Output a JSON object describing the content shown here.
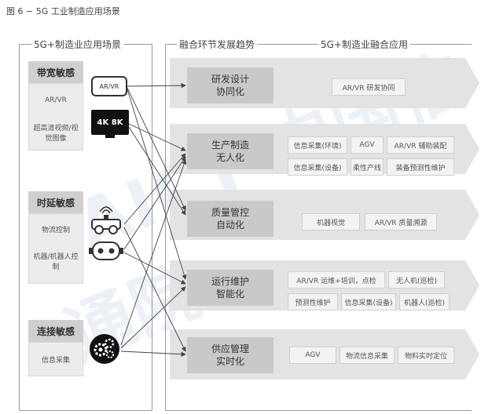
{
  "figure_title": "图 6 − 5G 工业制造应用场景",
  "watermark": "CAICT 中国信通院",
  "columns": {
    "left": "5G+制造业应用场景",
    "middle": "融合环节发展趋势",
    "right": "5G+制造业融合应用"
  },
  "categories": [
    {
      "title": "带宽敏感",
      "items": [
        "AR/VR",
        "超高清视频/视觉图像"
      ]
    },
    {
      "title": "时延敏感",
      "items": [
        "物流控制",
        "机器/机器人控制"
      ]
    },
    {
      "title": "连接敏感",
      "items": [
        "信息采集"
      ]
    }
  ],
  "icon_labels": {
    "arvr": "AR/VR",
    "tv": "4K 8K"
  },
  "trends": [
    {
      "line1": "研发设计",
      "line2": "协同化",
      "apps": [
        "AR/VR 研发协同"
      ]
    },
    {
      "line1": "生产制造",
      "line2": "无人化",
      "apps": [
        "信息采集(环境)",
        "AGV",
        "AR/VR 辅助装配",
        "信息采集(设备)",
        "柔性产线",
        "装备预测性维护"
      ]
    },
    {
      "line1": "质量管控",
      "line2": "自动化",
      "apps": [
        "机器视觉",
        "AR/VR 质量溯源"
      ]
    },
    {
      "line1": "运行维护",
      "line2": "智能化",
      "apps": [
        "AR/VR 运维+培训，点检",
        "无人机(巡检)",
        "预测性维护",
        "信息采集(设备)",
        "机器人(巡检)"
      ]
    },
    {
      "line1": "供应管理",
      "line2": "实时化",
      "apps": [
        "AGV",
        "物流信息采集",
        "物料实时定位"
      ]
    }
  ],
  "colors": {
    "frame": "#9a9a9a",
    "band": "#e3e3e3",
    "trend_box": "#c9c9c9",
    "category_header": "#cfcfcf"
  }
}
